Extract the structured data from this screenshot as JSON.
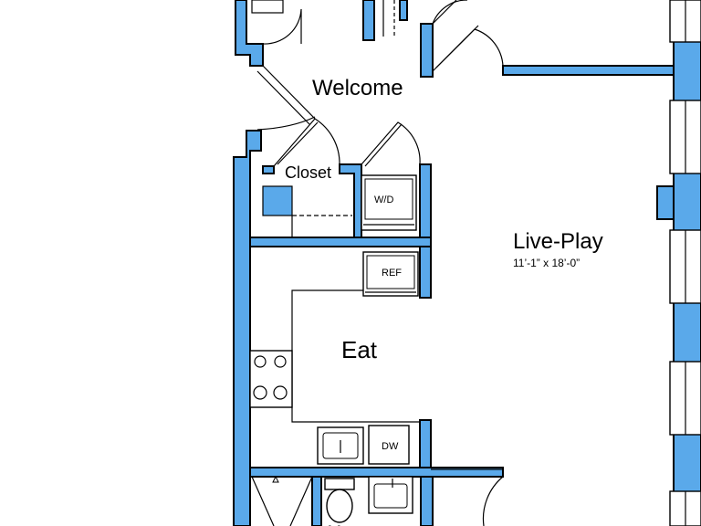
{
  "colors": {
    "wall": "#5aa9ea",
    "line": "#000000",
    "background": "#ffffff"
  },
  "rooms": {
    "welcome": "Welcome",
    "closet": "Closet",
    "washer_dryer": "W/D",
    "live_play": "Live-Play",
    "live_play_dims": "11’-1” x 18’-0”",
    "refrigerator": "REF",
    "eat": "Eat",
    "dishwasher": "DW",
    "partial_bottom_label": "W"
  }
}
